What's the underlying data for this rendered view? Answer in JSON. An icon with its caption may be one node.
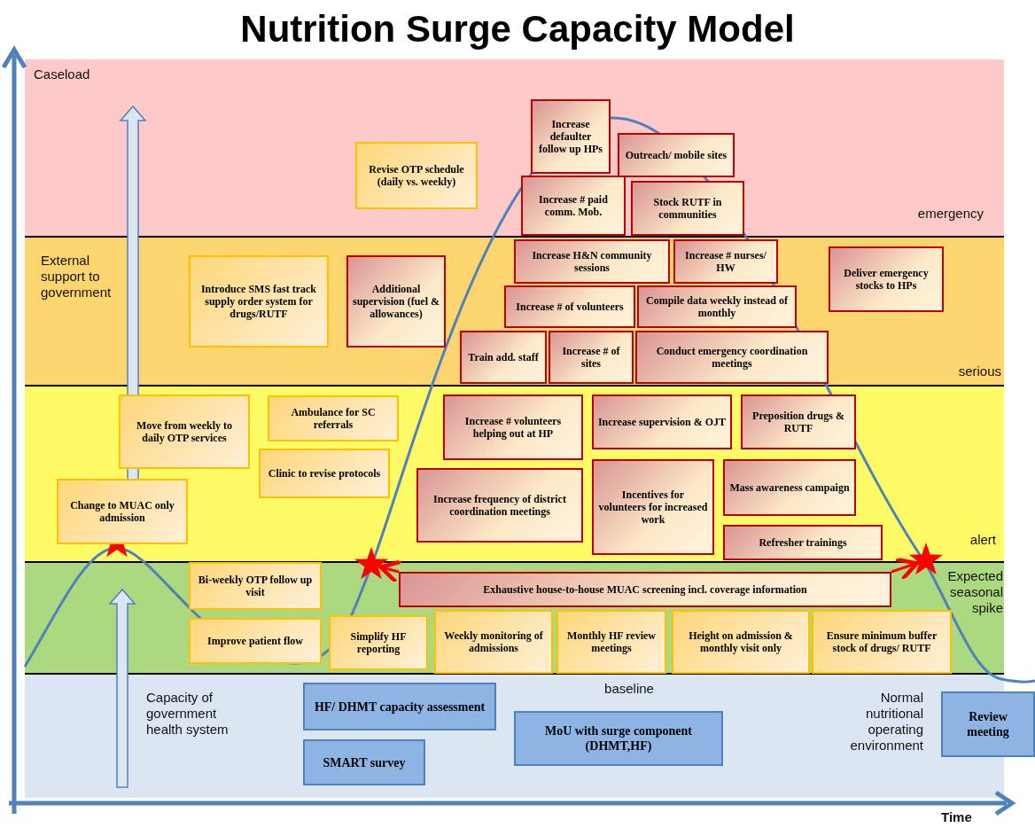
{
  "diagram": {
    "title": "Nutrition Surge Capacity Model",
    "nodes": [
      {
        "text": [
          "Revise OTP schedule (daily vs. weekly)"
        ]
      },
      {
        "text": [
          "Increase defaulter follow up HPs"
        ]
      },
      {
        "text": [
          "Outreach/ mobile sites"
        ]
      },
      {
        "text": [
          "Increase # paid comm. Mob."
        ]
      },
      {
        "text": [
          "Stock RUTF in communities"
        ]
      },
      {
        "text": [
          "Introduce SMS fast track supply order system for drugs/RUTF"
        ]
      },
      {
        "text": [
          "Additional supervision (fuel & allowances)"
        ]
      },
      {
        "text": [
          "Increase H&N community sessions"
        ]
      },
      {
        "text": [
          "Increase # nurses/ HW"
        ]
      },
      {
        "text": [
          "Deliver emergency stocks to HPs"
        ]
      },
      {
        "text": [
          "Increase # of volunteers"
        ]
      },
      {
        "text": [
          "Compile data weekly instead of monthly"
        ]
      },
      {
        "text": [
          "Train add. staff"
        ]
      },
      {
        "text": [
          "Increase # of sites"
        ]
      },
      {
        "text": [
          "Conduct emergency coordination meetings"
        ]
      },
      {
        "text": [
          "Move from weekly to daily OTP services"
        ]
      },
      {
        "text": [
          "Ambulance for SC referrals"
        ]
      },
      {
        "text": [
          "Increase # volunteers helping out at HP"
        ]
      },
      {
        "text": [
          "Increase supervision & OJT"
        ]
      },
      {
        "text": [
          "Preposition drugs & RUTF"
        ]
      },
      {
        "text": [
          "Clinic to revise protocols"
        ]
      },
      {
        "text": [
          "Increase frequency of district coordination meetings"
        ]
      },
      {
        "text": [
          "Incentives for volunteers for increased work"
        ]
      },
      {
        "text": [
          "Change to MUAC only admission"
        ]
      },
      {
        "text": [
          "Mass awareness campaign"
        ]
      },
      {
        "text": [
          "Refresher trainings"
        ]
      },
      {
        "text": [
          "Bi-weekly OTP follow up visit"
        ]
      },
      {
        "text": [
          "Exhaustive house-to-house MUAC screening incl. coverage information"
        ]
      },
      {
        "text": [],
        "shape": "star"
      },
      {
        "text": [],
        "shape": "star"
      },
      {
        "text": [
          "Improve patient flow"
        ]
      },
      {
        "text": [
          "Simplify HF reporting"
        ]
      },
      {
        "text": [
          "Weekly monitoring of admissions"
        ]
      },
      {
        "text": [
          "Monthly HF review meetings"
        ]
      },
      {
        "text": [
          "Height on admission & monthly visit only"
        ]
      },
      {
        "text": [
          "Ensure minimum buffer stock of drugs/ RUTF"
        ]
      },
      {
        "text": [
          "HF/ DHMT capacity assessment"
        ]
      },
      {
        "text": [
          "SMART survey"
        ]
      },
      {
        "text": [
          "MoU with surge component (DHMT,HF)"
        ]
      },
      {
        "text": [
          "Review meeting"
        ]
      }
    ],
    "edges": [
      {
        "from": 27,
        "to": 28,
        "arrow": "to",
        "color": "#ff0000"
      },
      {
        "from": 27,
        "to": 29,
        "arrow": "to",
        "color": "#ff0000"
      }
    ],
    "labels": [
      "Caseload",
      "External support to government",
      "emergency",
      "serious",
      "alert",
      "Expected seasonal spike",
      "baseline",
      "Capacity of government health system",
      "Normal nutritional operating environment",
      "Time"
    ]
  }
}
